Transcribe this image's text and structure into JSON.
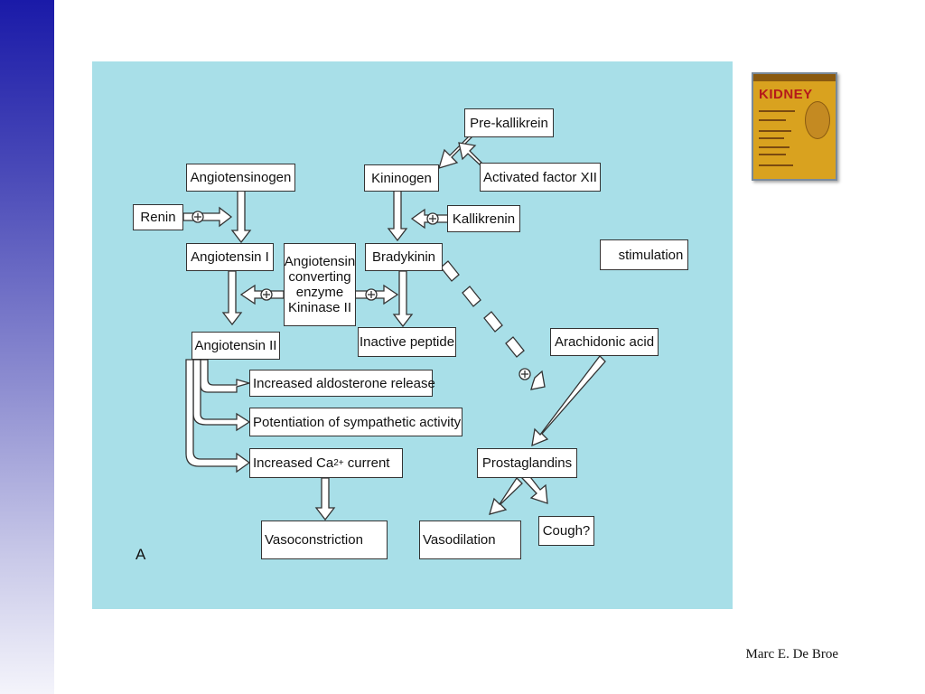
{
  "slide": {
    "author": "Marc E. De Broe",
    "panel_label": "A"
  },
  "book_cover": {
    "title": "KIDNEY"
  },
  "diagram": {
    "nodes": {
      "pre_kallikrein": "Pre-kallikrein",
      "activated_factor_xii": "Activated factor XII",
      "angiotensinogen": "Angiotensinogen",
      "kininogen": "Kininogen",
      "renin": "Renin",
      "kallikrenin": "Kallikrenin",
      "angiotensin_i": "Angiotensin I",
      "ace_line1": "Angiotensin",
      "ace_line2": "converting",
      "ace_line3": "enzyme",
      "ace_line4": "Kininase II",
      "bradykinin": "Bradykinin",
      "stimulation_legend": "stimulation",
      "angiotensin_ii": "Angiotensin II",
      "inactive_peptide": "Inactive peptide",
      "arachidonic_acid": "Arachidonic acid",
      "aldosterone": "Increased aldosterone release",
      "sympathetic": "Potentiation of sympathetic  activity",
      "calcium_prefix": "Increased Ca",
      "calcium_sup": "2+",
      "calcium_suffix": " current",
      "prostaglandins": "Prostaglandins",
      "cough": "Cough?",
      "vasoconstriction": "Vasoconstriction",
      "vasodilation": "Vasodilation"
    }
  }
}
